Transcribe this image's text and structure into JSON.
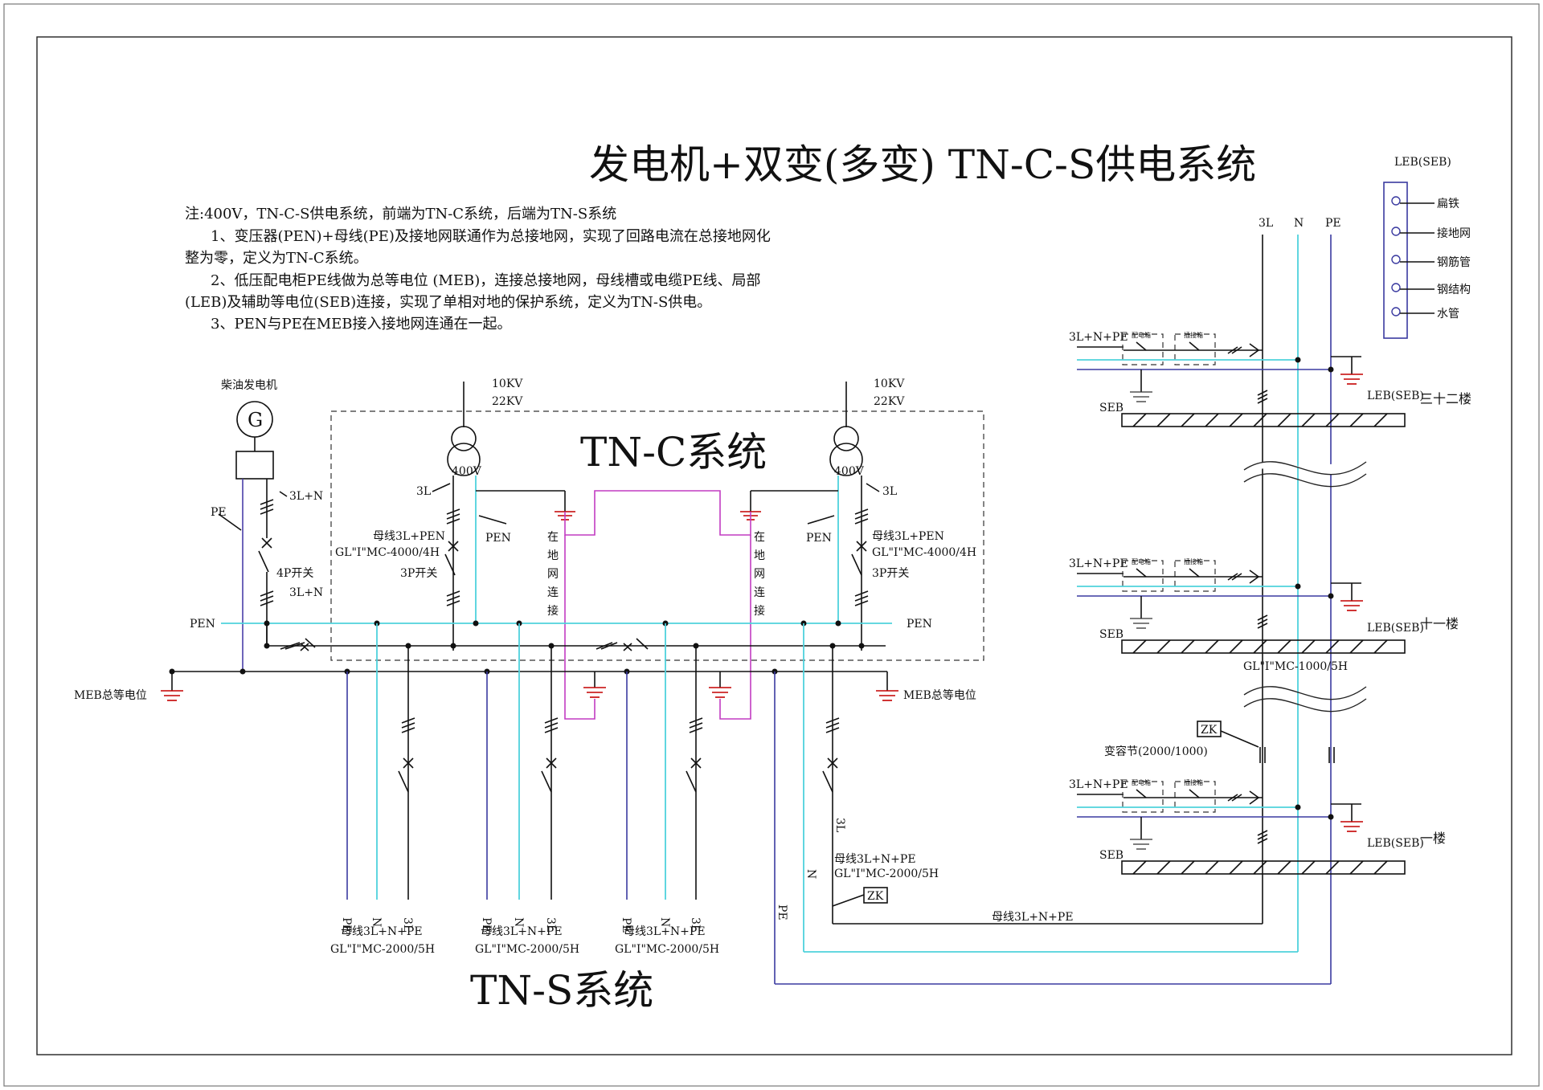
{
  "title": "发电机+双变(多变) TN-C-S供电系统",
  "notes": {
    "line0": "注:400V，TN-C-S供电系统，前端为TN-C系统，后端为TN-S系统",
    "line1": "1、变压器(PEN)+母线(PE)及接地网联通作为总接地网，实现了回路电流在总接地网化",
    "line2": "整为零，定义为TN-C系统。",
    "line3": "2、低压配电柜PE线做为总等电位 (MEB)，连接总接地网，母线槽或电缆PE线、局部",
    "line4": "(LEB)及辅助等电位(SEB)连接，实现了单相对地的保护系统，定义为TN-S供电。",
    "line5": "3、PEN与PE在MEB接入接地网连通在一起。"
  },
  "systems": {
    "tnc": "TN-C系统",
    "tns": "TN-S系统"
  },
  "generator": {
    "name": "柴油发电机",
    "symbol": "G",
    "cable": "3L+N",
    "switch": "4P开关",
    "out": "3L+N",
    "pe": "PE"
  },
  "transformers": {
    "left": {
      "hv1": "10KV",
      "hv2": "22KV",
      "lv": "400V",
      "l3": "3L",
      "pen": "PEN",
      "bus1": "母线3L+PEN",
      "bus2": "GL\"I\"MC-4000/4H",
      "switch": "3P开关",
      "ground": "在地网连接"
    },
    "right": {
      "hv1": "10KV",
      "hv2": "22KV",
      "lv": "400V",
      "l3": "3L",
      "pen": "PEN",
      "bus1": "母线3L+PEN",
      "bus2": "GL\"I\"MC-4000/4H",
      "switch": "3P开关",
      "ground": "在地网连接"
    }
  },
  "bus": {
    "pen_left": "PEN",
    "pen_right": "PEN",
    "meb_left": "MEB总等电位",
    "meb_right": "MEB总等电位"
  },
  "feeders": [
    {
      "pe": "PE",
      "n": "N",
      "l": "3L",
      "bus1": "母线3L+N+PE",
      "bus2": "GL\"I\"MC-2000/5H"
    },
    {
      "pe": "PE",
      "n": "N",
      "l": "3L",
      "bus1": "母线3L+N+PE",
      "bus2": "GL\"I\"MC-2000/5H"
    },
    {
      "pe": "PE",
      "n": "N",
      "l": "3L",
      "bus1": "母线3L+N+PE",
      "bus2": "GL\"I\"MC-2000/5H"
    }
  ],
  "riser_feed": {
    "l": "3L",
    "n": "N",
    "pe": "PE",
    "bus1": "母线3L+N+PE",
    "bus2": "GL\"I\"MC-2000/5H",
    "zk": "ZK",
    "main": "母线3L+N+PE"
  },
  "riser": {
    "h3l": "3L",
    "hn": "N",
    "hpe": "PE",
    "box1": "配电箱",
    "box2": "插接箱",
    "feed": "3L+N+PE",
    "seb": "SEB",
    "floors": [
      {
        "leb": "LEB(SEB)",
        "name": "三十二楼"
      },
      {
        "leb": "LEB(SEB)",
        "name": "十一楼"
      },
      {
        "leb": "LEB(SEB)",
        "name": "一楼"
      }
    ],
    "mid_bus": "GL\"I\"MC-1000/5H",
    "zk": "ZK",
    "var": "变容节(2000/1000)"
  },
  "leb_legend": {
    "title": "LEB(SEB)",
    "items": [
      "扁铁",
      "接地网",
      "钢筋管",
      "钢结构",
      "水管"
    ]
  },
  "colors": {
    "cyan": "#4fd2dc",
    "blue": "#4a3fa8",
    "magenta": "#c23cc2",
    "red": "#c40000"
  }
}
